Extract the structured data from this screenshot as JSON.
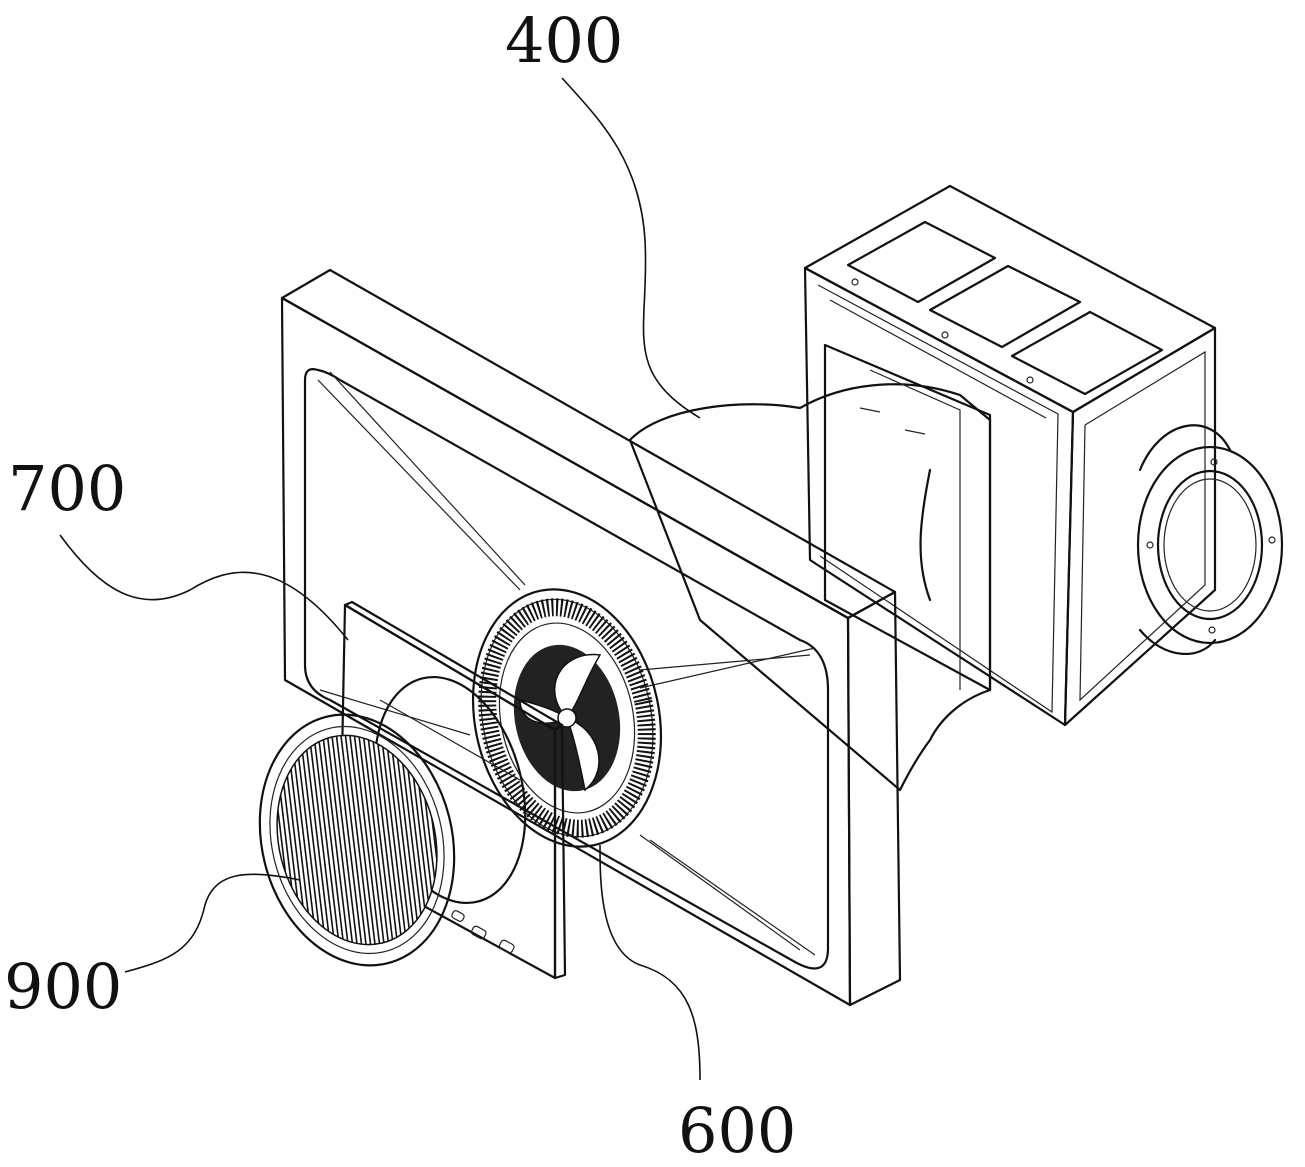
{
  "labels": {
    "l400": "400",
    "l700": "700",
    "l900": "900",
    "l600": "600"
  },
  "colors": {
    "line": "#111111",
    "background": "#ffffff"
  }
}
